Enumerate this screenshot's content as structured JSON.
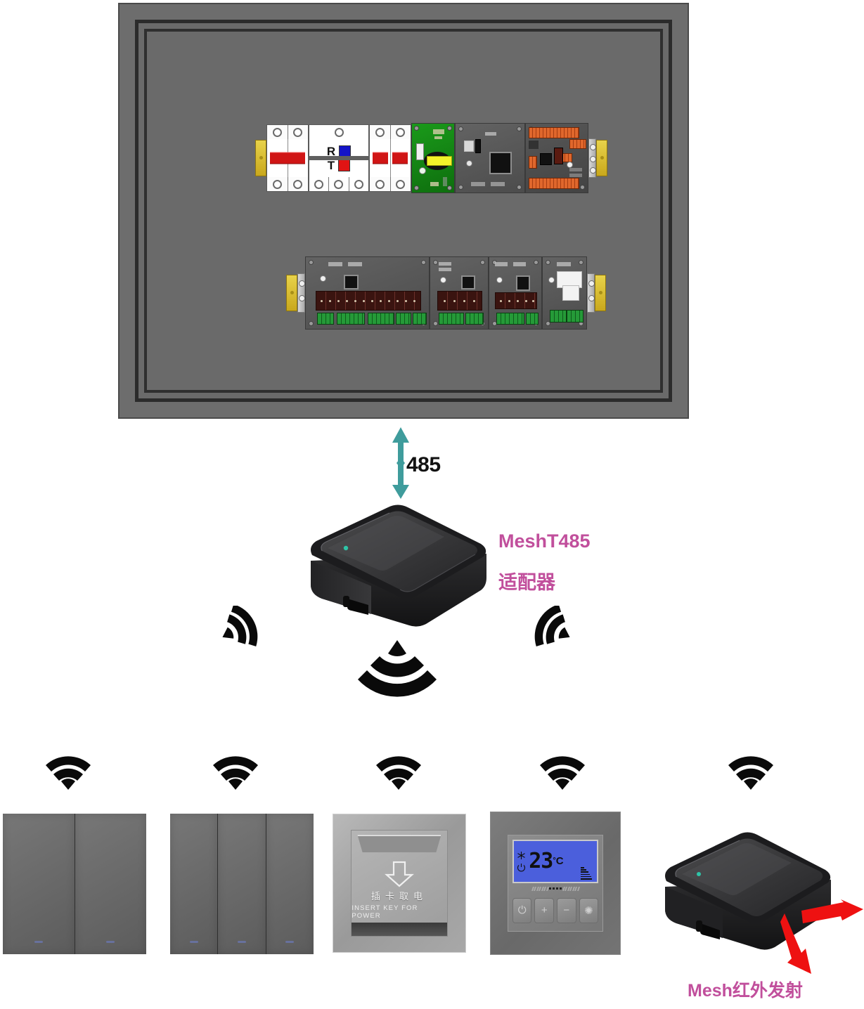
{
  "diagram": {
    "title_label": "485",
    "adapter": {
      "name_line1": "MeshT485",
      "name_line2": "适配器",
      "color": "#c14f9c",
      "led_color": "#2ec4a8"
    },
    "ir_device": {
      "label": "Mesh红外发射",
      "color": "#c14f9c"
    },
    "link_485": {
      "label": "485",
      "arrow_color": "#3f9c9c",
      "direction": "bidirectional"
    }
  },
  "cabinet": {
    "name": "control-cabinet",
    "body_color": "#6a6a6a",
    "frame_color": "#2b2b2b",
    "rows": [
      {
        "name": "din-row-top",
        "modules": [
          {
            "type": "end-clamp",
            "name": "din-end-clamp-left"
          },
          {
            "type": "breaker",
            "name": "circuit-breaker-left",
            "poles": 2
          },
          {
            "type": "rt-indicator",
            "name": "rt-indicator-block",
            "lines": [
              {
                "letter": "R",
                "color": "#1414c8"
              },
              {
                "letter": "T",
                "color": "#e01414"
              }
            ]
          },
          {
            "type": "breaker",
            "name": "circuit-breaker-right",
            "poles": 2
          },
          {
            "type": "pcb-green",
            "name": "power-supply-pcb-module"
          },
          {
            "type": "module-gray",
            "name": "controller-module"
          },
          {
            "type": "module-terminal",
            "name": "io-terminal-module"
          },
          {
            "type": "end-clamp",
            "name": "din-end-clamp-right"
          }
        ]
      },
      {
        "name": "din-row-bottom",
        "modules": [
          {
            "type": "end-clamp",
            "name": "din-end-clamp-left"
          },
          {
            "type": "relay-module",
            "name": "relay-module-12ch",
            "channels": 12
          },
          {
            "type": "relay-module",
            "name": "relay-module-4ch",
            "channels": 4
          },
          {
            "type": "relay-module",
            "name": "relay-module-5ch",
            "channels": 5
          },
          {
            "type": "relay-module-white",
            "name": "relay-module-single"
          },
          {
            "type": "end-clamp",
            "name": "din-end-clamp-right"
          }
        ]
      }
    ]
  },
  "devices": [
    {
      "name": "wall-switch-2gang",
      "type": "switch",
      "gangs": 2,
      "indicator_color": "#6f7fd0"
    },
    {
      "name": "wall-switch-3gang",
      "type": "switch",
      "gangs": 3,
      "indicator_color": "#6f7fd0"
    },
    {
      "name": "key-card-power-switch",
      "type": "keycard",
      "text_cn": "插卡取电",
      "text_en": "INSERT KEY FOR POWER",
      "arrow": "down"
    },
    {
      "name": "thermostat",
      "type": "thermostat",
      "temperature": "23",
      "degree": "°",
      "unit": "C",
      "lcd_color": "#4b5fdc",
      "icons": [
        "snowflake-icon",
        "power-icon",
        "fan-speed-icon"
      ],
      "buttons": [
        "power-button",
        "plus-button",
        "minus-button",
        "fan-button"
      ]
    },
    {
      "name": "mesh-ir-transmitter",
      "type": "ir-emitter",
      "label": "Mesh红外发射",
      "beam_color": "#ee1111"
    }
  ],
  "signals": {
    "wifi_icon_count": 5,
    "adapter_waves": [
      "wave-left",
      "wave-down",
      "wave-right"
    ],
    "icon_color": "#0a0a0a"
  }
}
